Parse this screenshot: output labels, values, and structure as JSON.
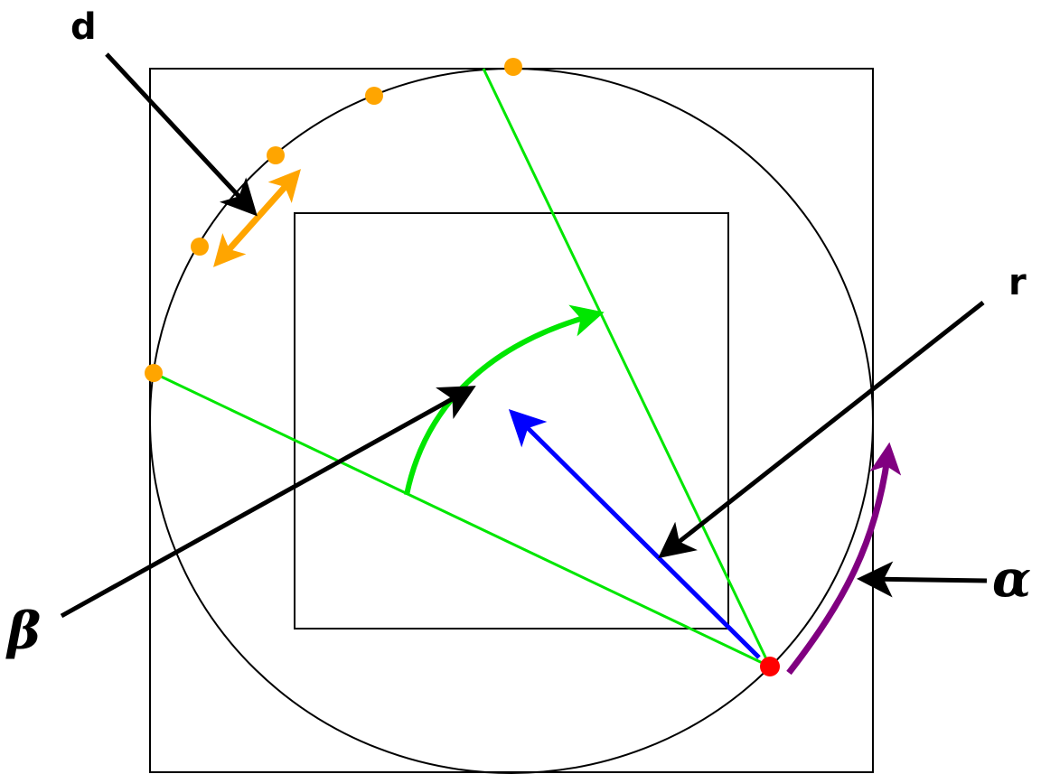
{
  "labels": {
    "d": "d",
    "r": "r",
    "alpha": "α",
    "beta": "β"
  },
  "colors": {
    "outline": "#000000",
    "detector": "#ffa500",
    "beam": "#00e600",
    "source": "#ff0000",
    "radius": "#0000ff",
    "rotation": "#800080",
    "pointer": "#000000"
  },
  "icons": {
    "source": "source-point-icon",
    "detector": "detector-point-icon"
  }
}
